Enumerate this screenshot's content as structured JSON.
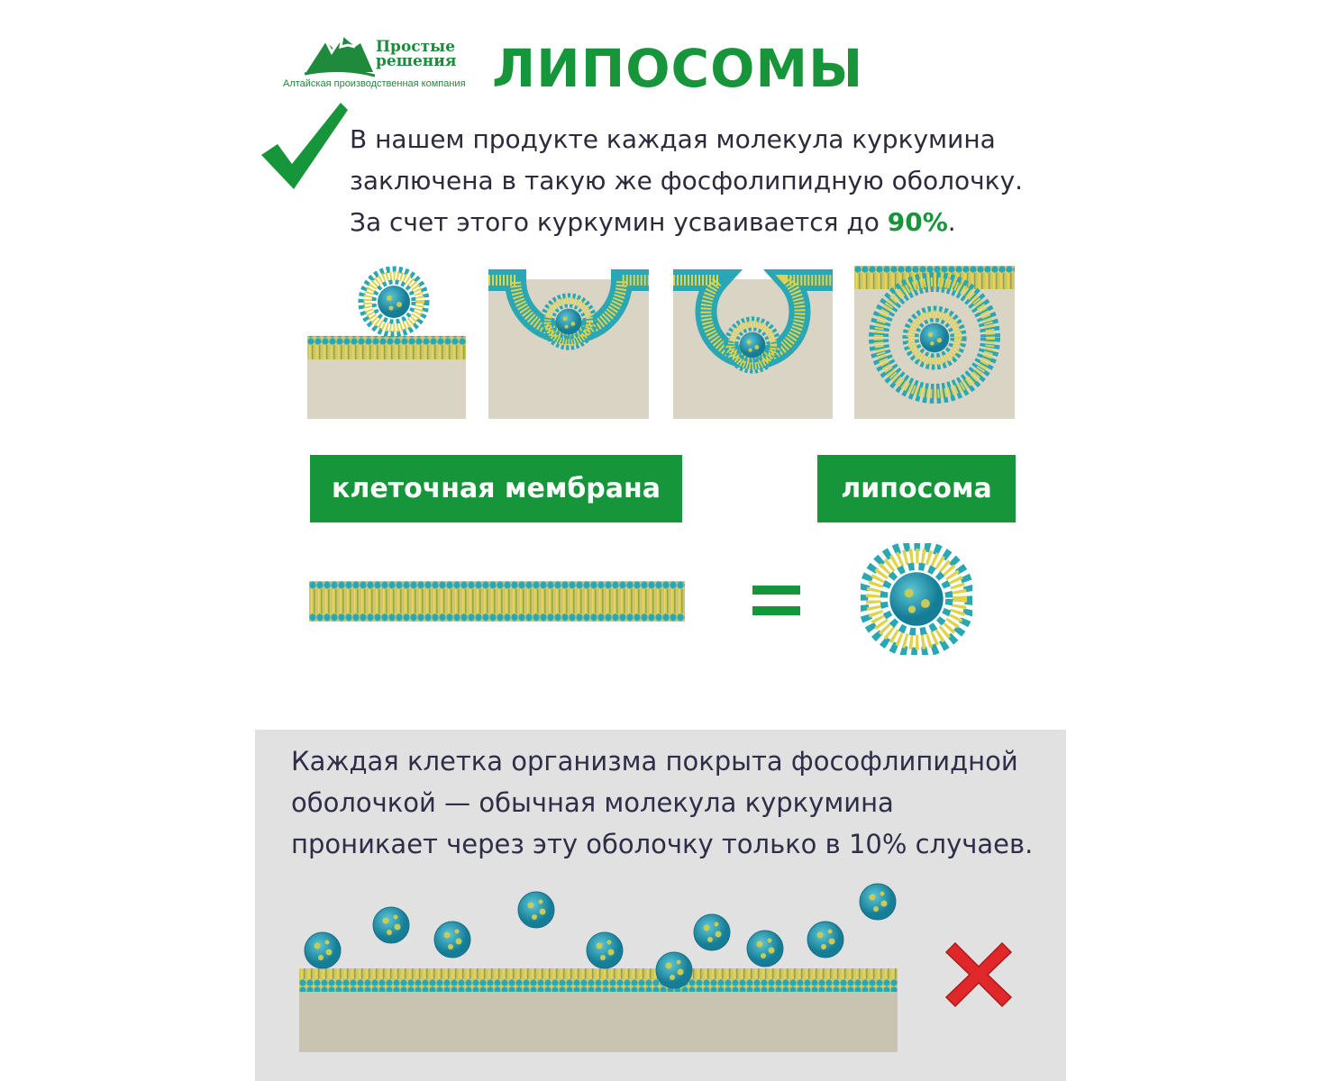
{
  "logo": {
    "name_line1": "Простые",
    "name_line2": "решения",
    "subtitle": "Алтайская производственная компания"
  },
  "title": "ЛИПОСОМЫ",
  "intro": {
    "line1": "В нашем продукте каждая молекула куркумина",
    "line2": "заключена в такую же фосфолипидную оболочку.",
    "line3_prefix": "За счет этого куркумин усваивается до ",
    "line3_highlight": "90%",
    "line3_suffix": "."
  },
  "labels": {
    "membrane": "клеточная мембрана",
    "liposome": "липосома"
  },
  "note": {
    "line1": "Каждая клетка организма покрыта фософлипидной",
    "line2": "оболочкой — обычная молекула куркумина",
    "line3": "проникает через эту оболочку только в 10% случаев."
  },
  "colors": {
    "brand_green": "#17953a",
    "cross_red": "#e0282a",
    "membrane_teal": "#2aa7b5",
    "membrane_yellow": "#d8c845"
  }
}
